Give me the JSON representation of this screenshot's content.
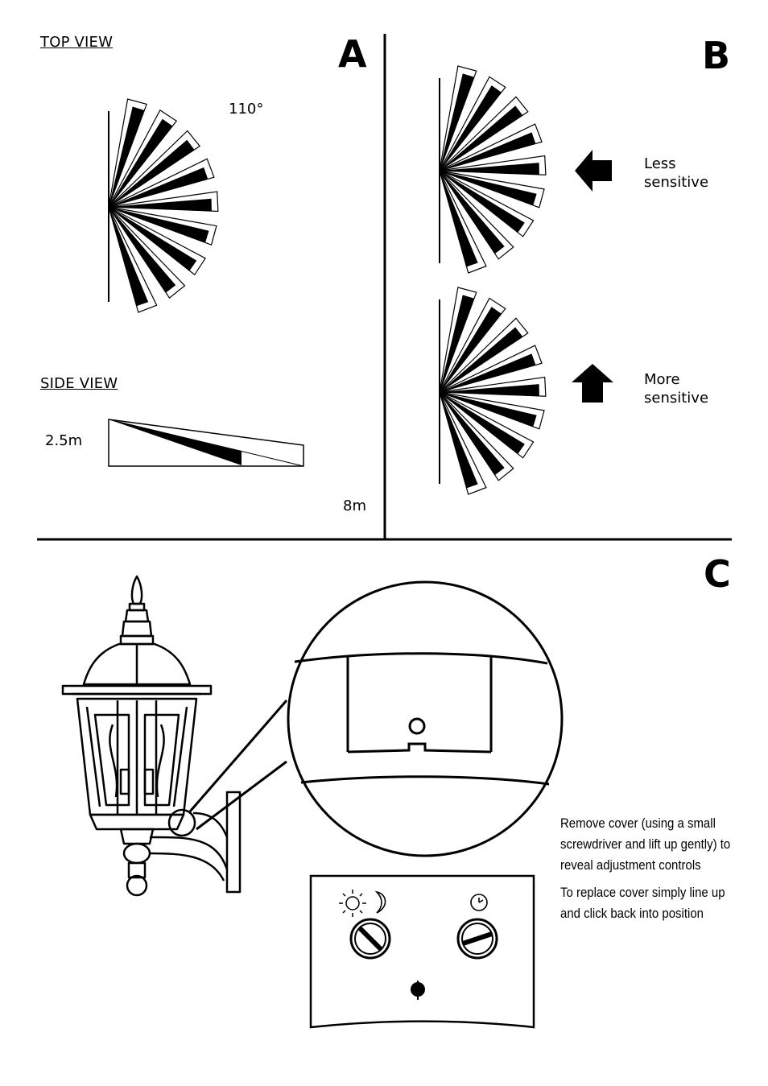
{
  "panel_a": {
    "letter": "A",
    "top_view_label": "TOP VIEW",
    "angle_label": "110°",
    "side_view_label": "SIDE VIEW",
    "height_label": "2.5m",
    "distance_label": "8m"
  },
  "panel_b": {
    "letter": "B",
    "less_label": "Less sensitive",
    "less_line1": "Less",
    "less_line2": "sensitive",
    "more_label": "More sensitive",
    "more_line1": "More",
    "more_line2": "sensitive"
  },
  "panel_c": {
    "letter": "C",
    "instruction_1_lines": [
      "Remove cover (using a small",
      "screwdriver and lift up gently) to",
      "reveal adjustment controls"
    ],
    "instruction_2_lines": [
      "To replace cover simply line up",
      "and click back into position"
    ],
    "control_icons": [
      "sun-icon",
      "moon-icon",
      "clock-icon"
    ]
  }
}
